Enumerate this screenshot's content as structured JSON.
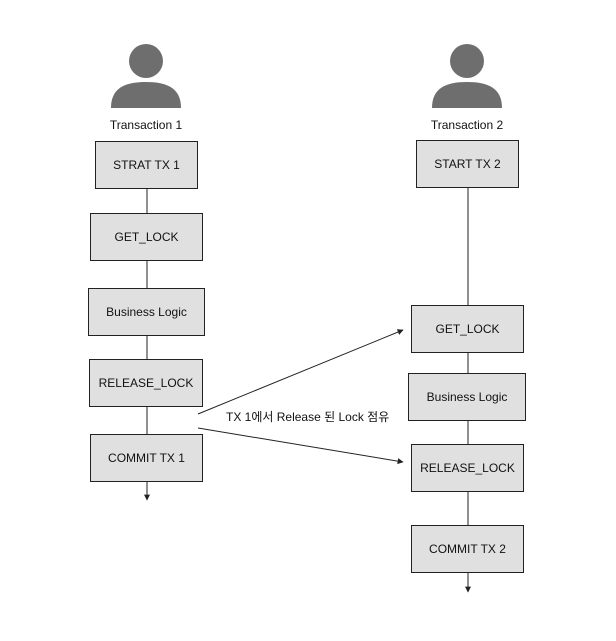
{
  "transaction1": {
    "title": "Transaction 1",
    "steps": [
      "STRAT TX 1",
      "GET_LOCK",
      "Business Logic",
      "RELEASE_LOCK",
      "COMMIT TX 1"
    ]
  },
  "transaction2": {
    "title": "Transaction 2",
    "steps": [
      "START TX 2",
      "GET_LOCK",
      "Business Logic",
      "RELEASE_LOCK",
      "COMMIT TX 2"
    ]
  },
  "handoff_label": "TX 1에서 Release 된 Lock 점유",
  "colors": {
    "box_fill": "#e0e0e0",
    "actor": "#6e6e6e",
    "line": "#222222"
  },
  "icons": [
    "user-icon"
  ]
}
